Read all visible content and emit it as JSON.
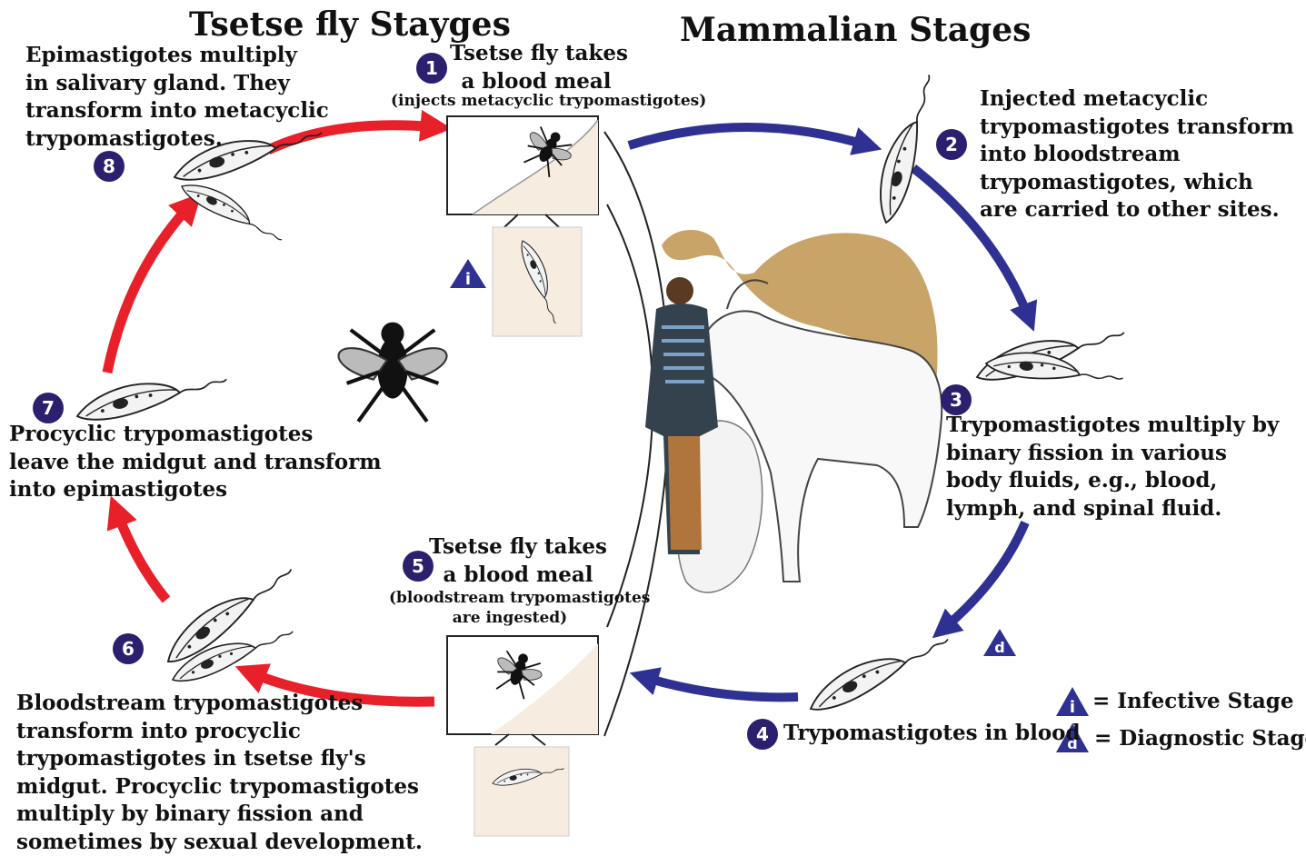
{
  "headings": {
    "left": "Tsetse fly Stayges",
    "right": "Mammalian Stages"
  },
  "badge_numbers": [
    "1",
    "2",
    "3",
    "4",
    "5",
    "6",
    "7",
    "8"
  ],
  "steps": {
    "s1": {
      "line1": "Tsetse fly takes",
      "line2": "a blood meal",
      "note": "(injects metacyclic trypomastigotes)"
    },
    "s2": [
      "Injected metacyclic",
      "trypomastigotes transform",
      "into bloodstream",
      "trypomastigotes, which",
      "are carried to other sites."
    ],
    "s3": [
      "Trypomastigotes multiply by",
      "binary fission in various",
      "body fluids, e.g., blood,",
      "lymph, and spinal fluid."
    ],
    "s4": "Trypomastigotes in blood",
    "s5": {
      "line1": "Tsetse fly takes",
      "line2": "a blood meal",
      "note1": "(bloodstream trypomastigotes",
      "note2": "are ingested)"
    },
    "s6": [
      "Bloodstream trypomastigotes",
      "transform into procyclic",
      "trypomastigotes in tsetse fly's",
      "midgut. Procyclic trypomastigotes",
      "multiply by binary fission and",
      "sometimes by sexual development."
    ],
    "s7": [
      "Procyclic trypomastigotes",
      "leave the midgut and transform",
      "into epimastigotes"
    ],
    "s8": [
      "Epimastigotes multiply",
      "in salivary gland. They",
      "transform into metacyclic",
      "trypomastigotes."
    ]
  },
  "legend": {
    "infective": "= Infective Stage",
    "diagnostic": "= Diagnostic Stage",
    "infective_symbol": "i",
    "diagnostic_symbol": "d"
  },
  "colors": {
    "fly_cycle_arrow": "#e8202a",
    "mammal_cycle_arrow": "#2e3192",
    "badge": "#2b1f6e",
    "stage_triangle": "#2e3192",
    "camel": "#c9a468",
    "inset_skin": "#f7ece0"
  },
  "icons": {
    "fly": "tsetse-fly-icon",
    "parasite": "trypanosome-icon",
    "animals": "host-animals-illustration"
  }
}
